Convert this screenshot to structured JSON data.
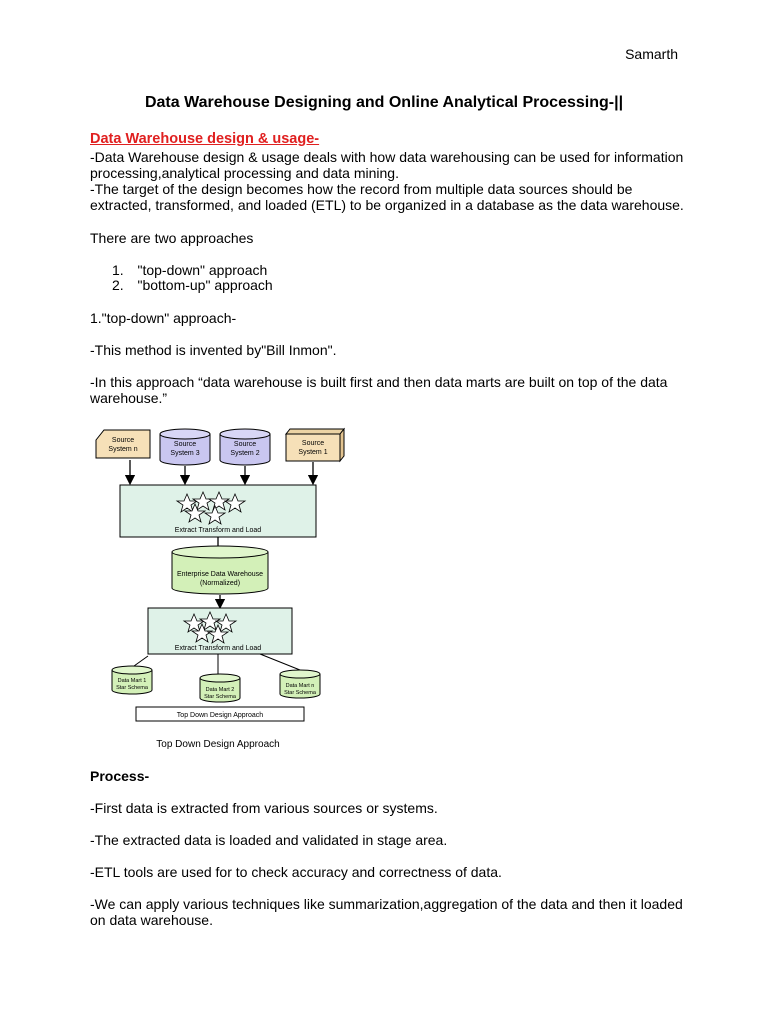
{
  "author": "Samarth",
  "title": "Data Warehouse Designing and Online Analytical Processing-||",
  "section_heading": "Data Warehouse design & usage-",
  "intro": {
    "p1_line1": "-Data Warehouse design & usage deals with how data warehousing can be used for information",
    "p1_line2": "processing,analytical processing and data mining.",
    "p2_line1": "-The target of the design becomes how the record from multiple data sources should be",
    "p2_line2": "extracted, transformed, and loaded (ETL) to be organized in a database as the data warehouse."
  },
  "approaches": {
    "intro": "There are two approaches",
    "items": [
      {
        "num": "1.",
        "text": "\"top-down\" approach"
      },
      {
        "num": "2.",
        "text": "\"bottom-up\" approach"
      }
    ]
  },
  "topdown": {
    "heading": "1.\"top-down\" approach-",
    "invented": "-This method is invented by\"Bill Inmon\".",
    "desc_line1": "-In this approach “data warehouse is built first and then data marts are built on top of the data",
    "desc_line2": "warehouse.”"
  },
  "diagram": {
    "sources": [
      {
        "line1": "Source",
        "line2": "System n"
      },
      {
        "line1": "Source",
        "line2": "System 3"
      },
      {
        "line1": "Source",
        "line2": "System 2"
      },
      {
        "line1": "Source",
        "line2": "System 1"
      }
    ],
    "etl1_label": "Extract Transform and Load",
    "edw_line1": "Enterprise Data Warehouse",
    "edw_line2": "(Normalized)",
    "etl2_label": "Extract Transform and Load",
    "marts": [
      {
        "line1": "Data Mart 1",
        "line2": "Star Schema"
      },
      {
        "line1": "Data Mart 2",
        "line2": "Star Schema"
      },
      {
        "line1": "Data Mart n",
        "line2": "Star Schema"
      }
    ],
    "box_caption": "Top Down Design Approach",
    "caption": "Top Down Design Approach",
    "colors": {
      "source_paper": "#f6e0b8",
      "source_db": "#c9c6f0",
      "etl_fill": "#dff2e8",
      "edw_fill": "#d3f0b8",
      "mart_fill": "#d3f0b8"
    }
  },
  "process": {
    "heading": "Process-",
    "p1": "-First data is extracted from various sources or systems.",
    "p2": "-The extracted data is loaded and validated in stage area.",
    "p3": "-ETL tools are used for to check accuracy and correctness of data.",
    "p4_line1": "-We can apply various techniques like  summarization,aggregation of the data and then it loaded",
    "p4_line2": "on data warehouse."
  }
}
